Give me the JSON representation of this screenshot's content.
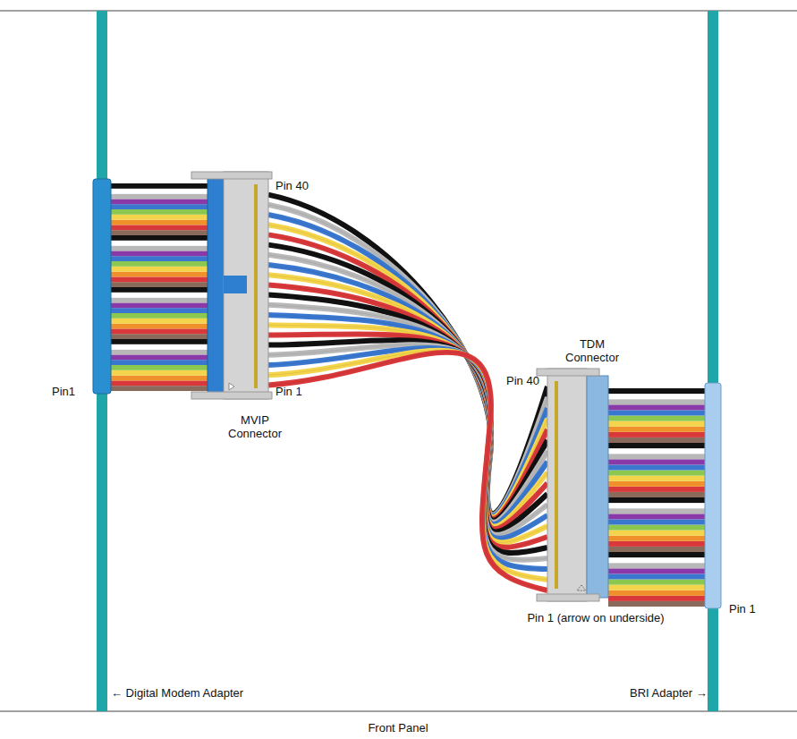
{
  "diagram": {
    "labels": [
      "Pin 40",
      "Pin 1",
      "Pin1",
      "MVIP Connector",
      "TDM Connector",
      "Pin 40",
      "Pin 1 (arrow on underside)",
      "Pin 1",
      "← Digital Modem Adapter",
      "BRI Adapter →",
      "Front Panel"
    ]
  }
}
